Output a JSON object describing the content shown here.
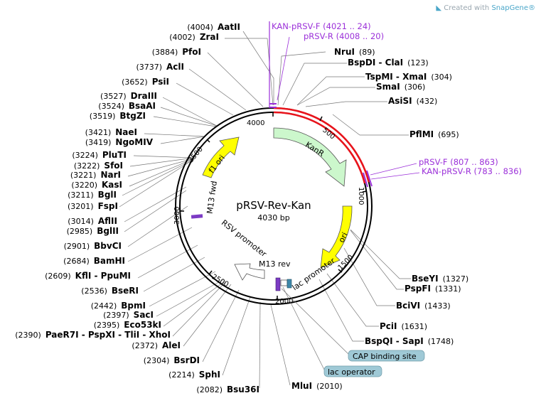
{
  "watermark": {
    "prefix": "Created with ",
    "brand": "SnapGene®"
  },
  "plasmid": {
    "name": "pRSV-Rev-Kan",
    "length": "4030 bp"
  },
  "position_ticks": [
    "500",
    "1000",
    "1500",
    "2000",
    "2500",
    "3000",
    "3500",
    "4000"
  ],
  "features": {
    "kanr": "KanR",
    "ori": "ori",
    "f1_ori": "f1 ori",
    "m13_fwd": "M13 fwd",
    "rsv_promoter": "RSV promoter",
    "m13_rev": "M13 rev",
    "lac_promoter": "lac promoter"
  },
  "boxed_features": {
    "cap": "CAP binding site",
    "lac_operator": "lac operator"
  },
  "primers": {
    "kan_f": "KAN-pRSV-F  (4021 .. 24)",
    "prsv_r": "pRSV-R  (4008 .. 20)",
    "prsv_f": "pRSV-F  (807 .. 863)",
    "kan_r": "KAN-pRSV-R  (783 .. 836)"
  },
  "sites": {
    "aatii": {
      "pos": "(4004)",
      "name": "AatII"
    },
    "zrai": {
      "pos": "(4002)",
      "name": "ZraI"
    },
    "pfoi": {
      "pos": "(3884)",
      "name": "PfoI"
    },
    "acli": {
      "pos": "(3737)",
      "name": "AclI"
    },
    "psii": {
      "pos": "(3652)",
      "name": "PsiI"
    },
    "draiii": {
      "pos": "(3527)",
      "name": "DraIII"
    },
    "bsaai": {
      "pos": "(3524)",
      "name": "BsaAI"
    },
    "btgzi": {
      "pos": "(3519)",
      "name": "BtgZI"
    },
    "naei": {
      "pos": "(3421)",
      "name": "NaeI"
    },
    "ngomiv": {
      "pos": "(3419)",
      "name": "NgoMIV"
    },
    "pluti": {
      "pos": "(3224)",
      "name": "PluTI"
    },
    "sfoi": {
      "pos": "(3222)",
      "name": "SfoI"
    },
    "nari": {
      "pos": "(3221)",
      "name": "NarI"
    },
    "kasi": {
      "pos": "(3220)",
      "name": "KasI"
    },
    "bgli": {
      "pos": "(3211)",
      "name": "BglI"
    },
    "fspi": {
      "pos": "(3201)",
      "name": "FspI"
    },
    "aflii": {
      "pos": "(3014)",
      "name": "AflII"
    },
    "bglii": {
      "pos": "(2985)",
      "name": "BglII"
    },
    "bbvci": {
      "pos": "(2901)",
      "name": "BbvCI"
    },
    "bamhi": {
      "pos": "(2684)",
      "name": "BamHI"
    },
    "kfli": {
      "pos": "(2609)",
      "name": "KflI - PpuMI"
    },
    "bseri": {
      "pos": "(2536)",
      "name": "BseRI"
    },
    "bpmi": {
      "pos": "(2442)",
      "name": "BpmI"
    },
    "saci": {
      "pos": "(2397)",
      "name": "SacI"
    },
    "eco53ki": {
      "pos": "(2395)",
      "name": "Eco53kI"
    },
    "paer7i": {
      "pos": "(2390)",
      "name": "PaeR7I - PspXI - TliI - XhoI"
    },
    "alei": {
      "pos": "(2372)",
      "name": "AleI"
    },
    "bsrdi": {
      "pos": "(2304)",
      "name": "BsrDI"
    },
    "sphi": {
      "pos": "(2214)",
      "name": "SphI"
    },
    "bsu36i": {
      "pos": "(2082)",
      "name": "Bsu36I"
    },
    "mlui": {
      "name": "MluI",
      "pos": "(2010)"
    },
    "nrui": {
      "name": "NruI",
      "pos": "(89)"
    },
    "bspdi": {
      "name": "BspDI - ClaI",
      "pos": "(123)"
    },
    "tspmi": {
      "name": "TspMI - XmaI",
      "pos": "(304)"
    },
    "smai": {
      "name": "SmaI",
      "pos": "(306)"
    },
    "asisi": {
      "name": "AsiSI",
      "pos": "(432)"
    },
    "pflmi": {
      "name": "PflMI",
      "pos": "(695)"
    },
    "bseyi": {
      "name": "BseYI",
      "pos": "(1327)"
    },
    "pspfi": {
      "name": "PspFI",
      "pos": "(1331)"
    },
    "bcivi": {
      "name": "BciVI",
      "pos": "(1433)"
    },
    "pcii": {
      "name": "PciI",
      "pos": "(1631)"
    },
    "bspqi": {
      "name": "BspQI - SapI",
      "pos": "(1748)"
    }
  },
  "colors": {
    "backbone": "#000000",
    "kanr_highlight": "#e8131b",
    "kanr_arrow": "#ccf7cc",
    "ori_arrow": "#ffff00",
    "primer": "#9b30d9",
    "boxed_feature": "#9fc9d6"
  }
}
